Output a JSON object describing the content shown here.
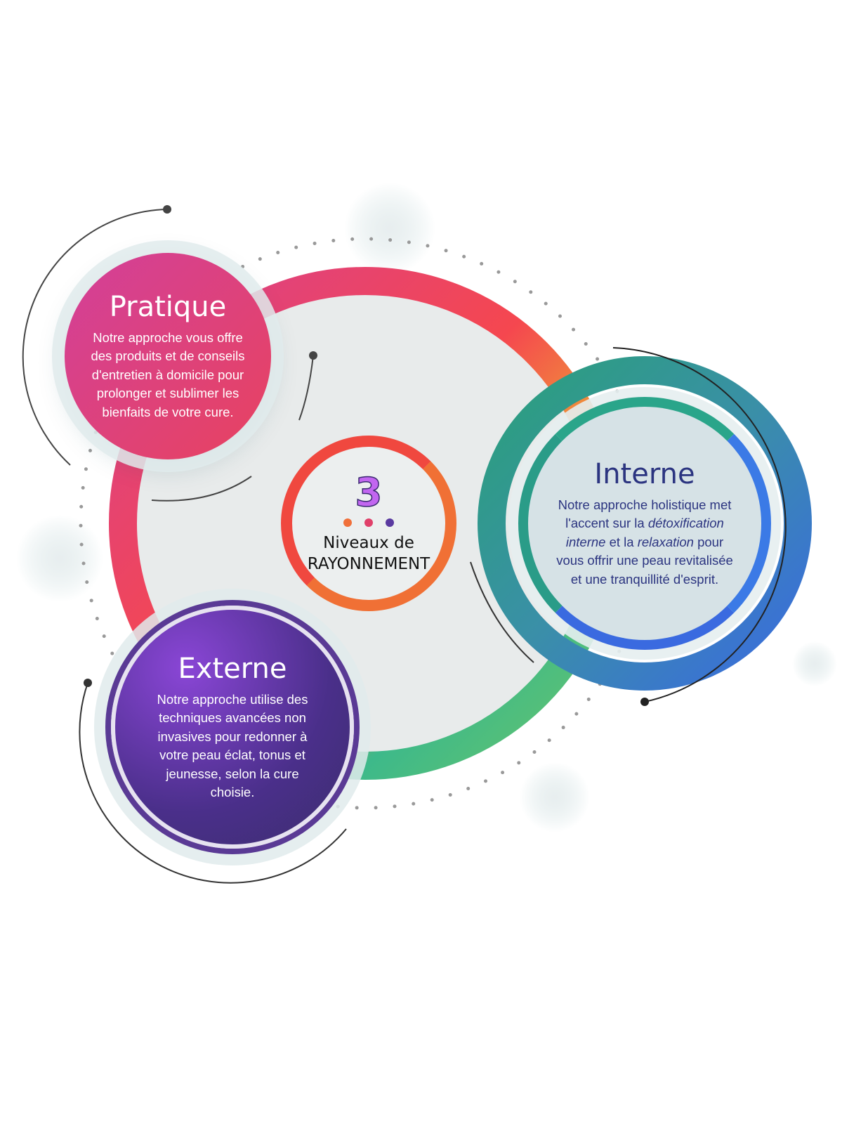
{
  "center": {
    "number": "3",
    "line1": "Niveaux de",
    "line2": "RAYONNEMENT",
    "dot_colors": [
      "#f0703a",
      "#e0406a",
      "#5a3aa0"
    ]
  },
  "pratique": {
    "title": "Pratique",
    "body": "Notre approche vous offre des produits et de conseils d'entretien à domicile pour prolonger et sublimer les bienfaits de votre cure."
  },
  "interne": {
    "title": "Interne",
    "body_1": "Notre approche holistique met l'accent sur la ",
    "body_italic_1": "détoxification interne",
    "body_2": " et la ",
    "body_italic_2": "relaxation",
    "body_3": " pour vous offrir une peau revitalisée et une tranquillité d'esprit."
  },
  "externe": {
    "title": "Externe",
    "body": "Notre approche utilise des techniques avancées non invasives pour redonner à votre peau éclat, tonus et jeunesse, selon la cure choisie."
  }
}
